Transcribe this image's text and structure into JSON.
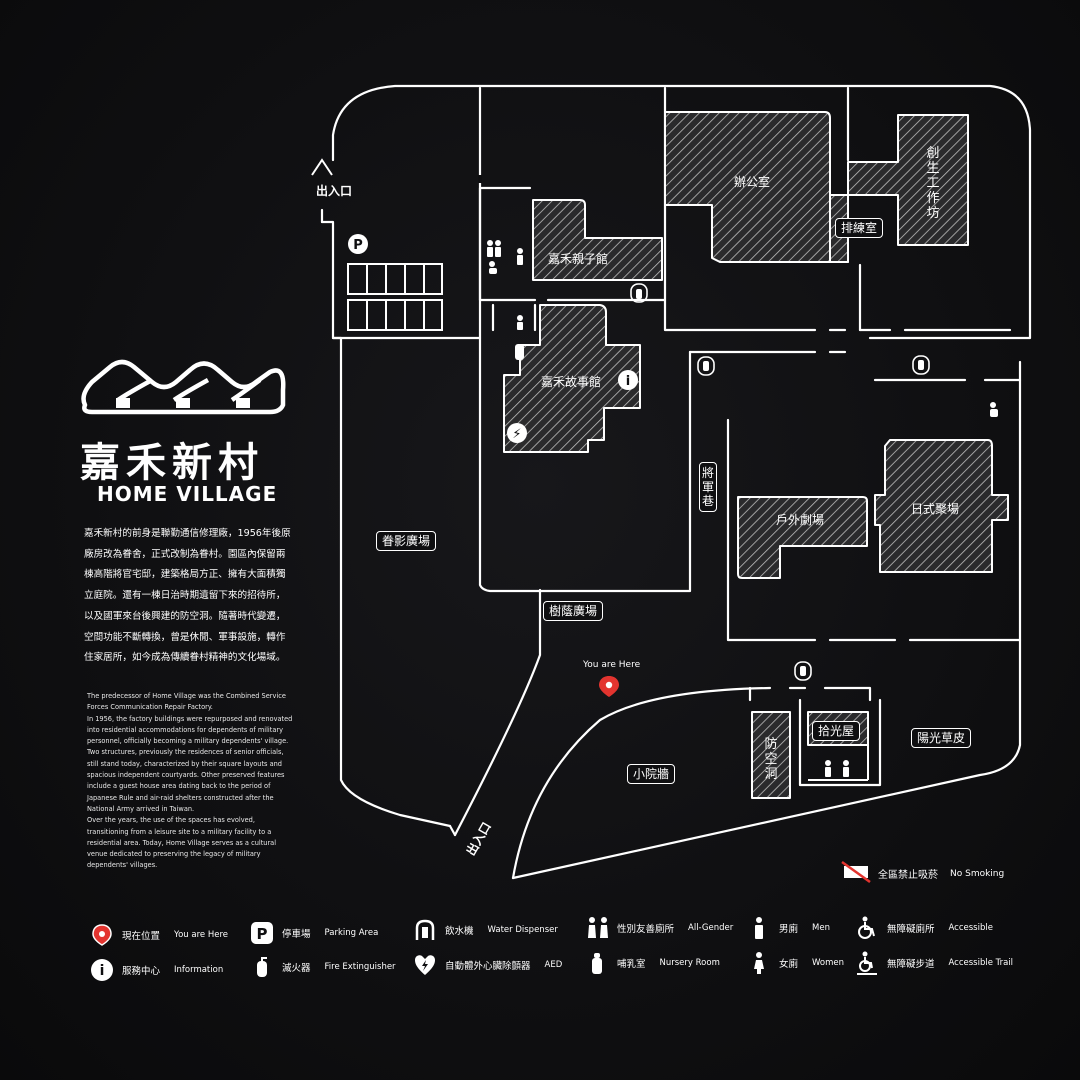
{
  "village": {
    "name_cn": "嘉禾新村",
    "name_en": "HOME VILLAGE",
    "description_cn": "嘉禾新村的前身是聯勤通信修理廠，1956年後原廠房改為眷舍，正式改制為眷村。園區內保留兩棟高階將官宅邸，建築格局方正、擁有大面積獨立庭院。還有一棟日治時期遺留下來的招待所，以及國軍來台後興建的防空洞。隨著時代變遷，空間功能不斷轉換，曾是休閒、軍事設施，轉作住家居所，如今成為傳續眷村精神的文化場域。",
    "description_en": [
      "The predecessor of Home Village was the Combined Service Forces Communication Repair Factory.",
      "In 1956, the factory buildings were repurposed and renovated into residential accommodations for dependents of military personnel, officially becoming a military dependents' village.",
      "Two structures, previously the residences of senior officials, still stand today, characterized by their square layouts and spacious independent courtyards. Other preserved features include a guest house area dating back to the period of Japanese Rule and air-raid shelters constructed after the National Army arrived in Taiwan.",
      "Over the years, the use of the spaces has evolved, transitioning from a leisure site to a military facility to a residential area. Today, Home Village serves as a cultural venue dedicated to preserving the legacy of military dependents' villages."
    ]
  },
  "map": {
    "entrance_top": "出入口",
    "exit_bottom": "出入口",
    "you_are_here": "You are Here",
    "buildings": {
      "office": "辦公室",
      "rehearsal": "排練室",
      "creative_studio": "創生工作坊",
      "parent_child": "嘉禾親子館",
      "story_house": "嘉禾故事館",
      "outdoor_theater": "戶外劇場",
      "japanese_residence": "日式聚場",
      "air_raid_shelter": "防空洞",
      "shiguang_house": "拾光屋"
    },
    "areas": {
      "juanying_plaza": "眷影廣場",
      "shuyin_plaza": "樹蔭廣場",
      "general_alley": "將軍巷",
      "small_courtyard": "小院牆",
      "sunlight_lawn": "陽光草皮"
    }
  },
  "no_smoking": {
    "cn": "全區禁止吸菸",
    "en": "No Smoking"
  },
  "legend": [
    {
      "icon": "you-are-here-icon",
      "cn": "現在位置",
      "en": "You are Here"
    },
    {
      "icon": "information-icon",
      "cn": "服務中心",
      "en": "Information"
    },
    {
      "icon": "parking-icon",
      "cn": "停車場",
      "en": "Parking Area"
    },
    {
      "icon": "fire-extinguisher-icon",
      "cn": "滅火器",
      "en": "Fire Extinguisher"
    },
    {
      "icon": "water-dispenser-icon",
      "cn": "飲水機",
      "en": "Water Dispenser"
    },
    {
      "icon": "aed-icon",
      "cn": "自動體外心臟除顫器",
      "en": "AED"
    },
    {
      "icon": "all-gender-restroom-icon",
      "cn": "性別友善廁所",
      "en": "All-Gender"
    },
    {
      "icon": "nursery-room-icon",
      "cn": "哺乳室",
      "en": "Nursery Room"
    },
    {
      "icon": "mens-restroom-icon",
      "cn": "男廁",
      "en": "Men"
    },
    {
      "icon": "womens-restroom-icon",
      "cn": "女廁",
      "en": "Women"
    },
    {
      "icon": "accessible-restroom-icon",
      "cn": "無障礙廁所",
      "en": "Accessible"
    },
    {
      "icon": "accessible-trail-icon",
      "cn": "無障礙步道",
      "en": "Accessible Trail"
    }
  ],
  "colors": {
    "background": "#0f0f11",
    "line": "#ffffff",
    "marker": "#e3342f"
  }
}
